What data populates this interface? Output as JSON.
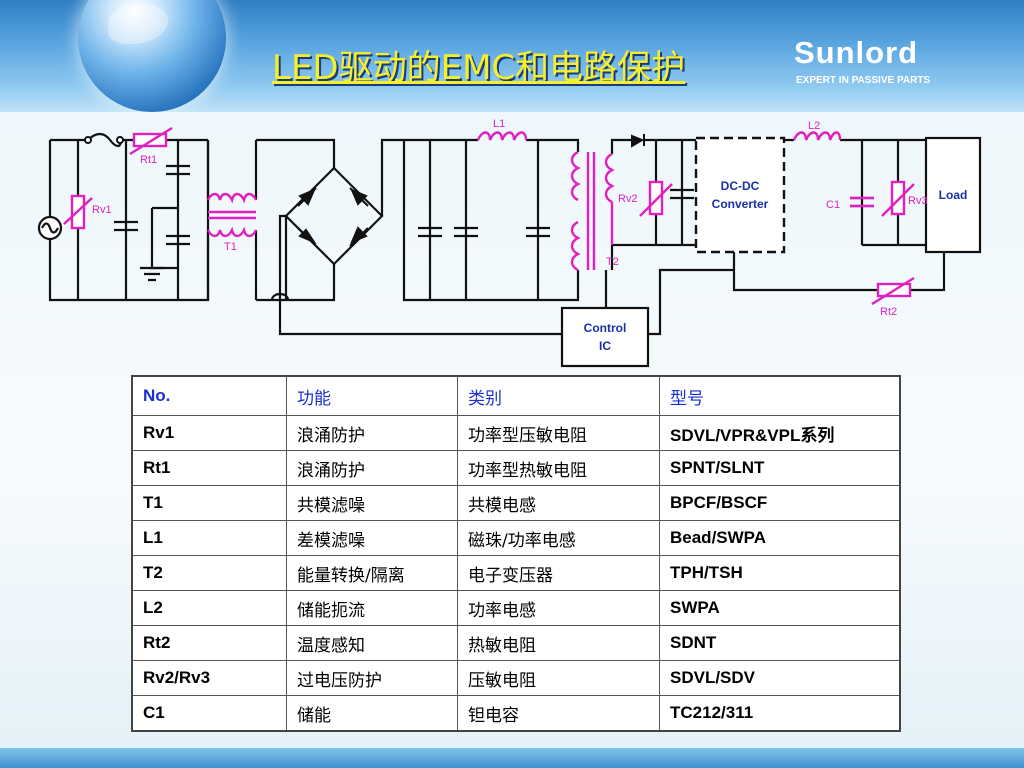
{
  "header": {
    "title": "LED驱动的EMC和电路保护",
    "brand": "Sunlord",
    "brand_tagline": "EXPERT IN PASSIVE PARTS"
  },
  "colors": {
    "title": "#f5ee2a",
    "label_magenta": "#e020c0",
    "label_blue": "#1a2fa8",
    "table_header": "#1a2fd0"
  },
  "circuit": {
    "labels": {
      "rt1": "Rt1",
      "rv1": "Rv1",
      "t1": "T1",
      "l1": "L1",
      "t2": "T2",
      "rv2": "Rv2",
      "l2": "L2",
      "c1": "C1",
      "rv3": "Rv3",
      "rt2": "Rt2",
      "dcdc_line1": "DC-DC",
      "dcdc_line2": "Converter",
      "load": "Load",
      "control_line1": "Control",
      "control_line2": "IC"
    }
  },
  "table": {
    "headers": [
      "No.",
      "功能",
      "类别",
      "型号"
    ],
    "rows": [
      [
        "Rv1",
        "浪涌防护",
        "功率型压敏电阻",
        "SDVL/VPR&VPL系列"
      ],
      [
        "Rt1",
        "浪涌防护",
        "功率型热敏电阻",
        "SPNT/SLNT"
      ],
      [
        "T1",
        "共模滤噪",
        "共模电感",
        "BPCF/BSCF"
      ],
      [
        "L1",
        "差模滤噪",
        "磁珠/功率电感",
        "Bead/SWPA"
      ],
      [
        "T2",
        "能量转换/隔离",
        "电子变压器",
        "TPH/TSH"
      ],
      [
        "L2",
        "储能扼流",
        "功率电感",
        "SWPA"
      ],
      [
        "Rt2",
        "温度感知",
        "热敏电阻",
        "SDNT"
      ],
      [
        "Rv2/Rv3",
        "过电压防护",
        "压敏电阻",
        "SDVL/SDV"
      ],
      [
        "C1",
        "储能",
        "钽电容",
        "TC212/311"
      ]
    ]
  }
}
